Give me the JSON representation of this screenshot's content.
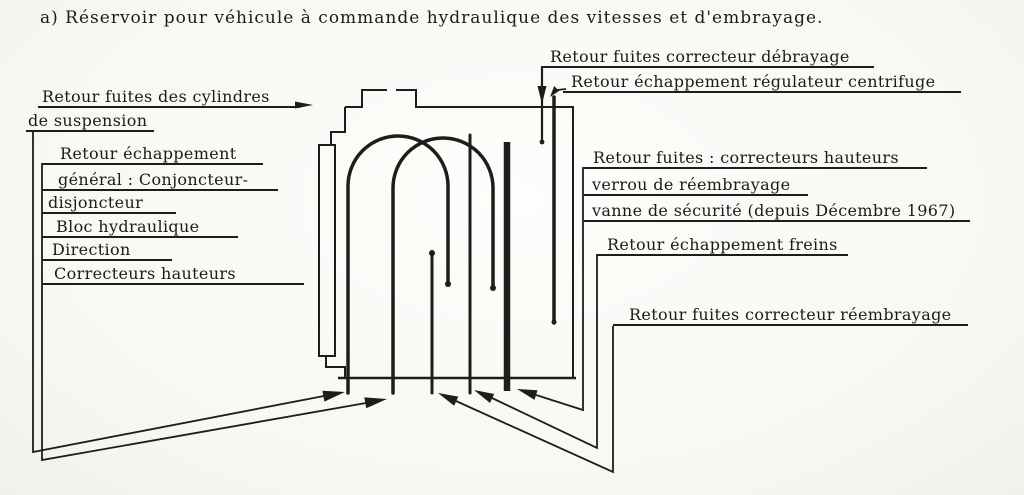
{
  "page": {
    "title": "a) Réservoir pour véhicule à commande hydraulique des vitesses et d'embrayage."
  },
  "labels": {
    "top_right": [
      "Retour fuites correcteur débrayage",
      "Retour échappement régulateur centrifuge"
    ],
    "left_suspension": [
      "Retour fuites des cylindres",
      "de suspension"
    ],
    "left_general": [
      "Retour échappement",
      "général : Conjoncteur-",
      "disjoncteur",
      "Bloc hydraulique",
      "Direction",
      "Correcteurs hauteurs"
    ],
    "right_fuites": [
      "Retour fuites : correcteurs hauteurs",
      "verrou de réembrayage",
      "vanne de sécurité (depuis Décembre 1967)"
    ],
    "right_freins": "Retour échappement freins",
    "right_reembrayage": "Retour fuites correcteur réembrayage"
  },
  "colors": {
    "ink": "#1d1d1b",
    "paper": "#fbfbf8"
  }
}
